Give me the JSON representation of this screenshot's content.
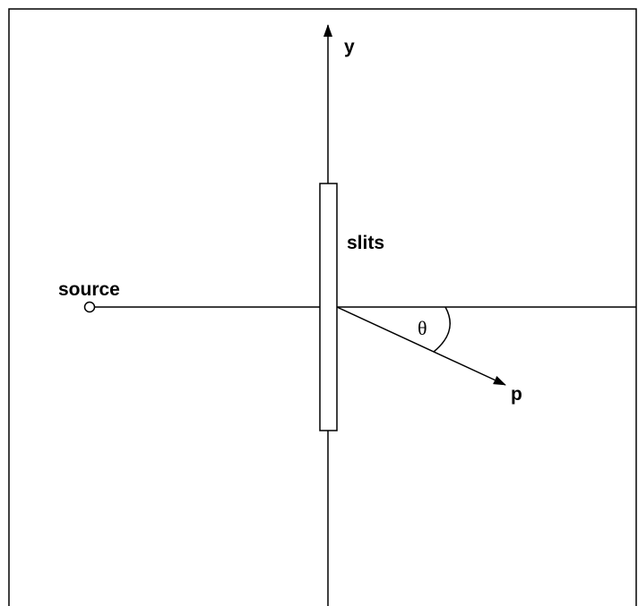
{
  "labels": {
    "y_axis": "y",
    "slits": "slits",
    "source": "source",
    "angle": "θ",
    "p": "p"
  },
  "colors": {
    "stroke": "#000000",
    "background": "#ffffff"
  }
}
